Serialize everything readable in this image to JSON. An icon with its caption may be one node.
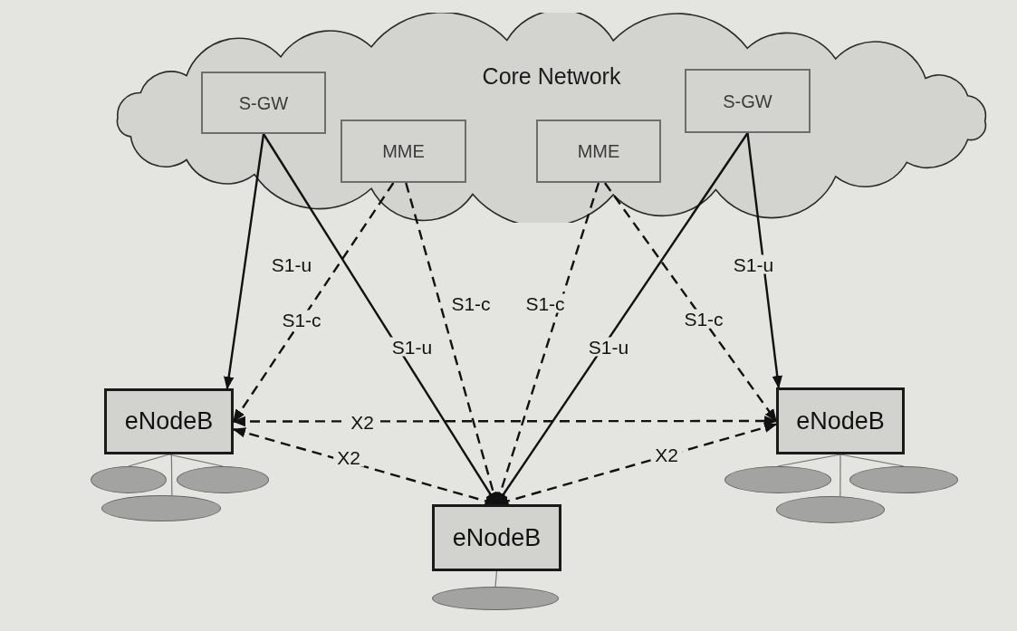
{
  "diagram": {
    "nodes": [
      {
        "text": [
          "Core Network"
        ]
      },
      {
        "text": [
          "S-GW"
        ],
        "in": 0
      },
      {
        "text": [
          "MME"
        ],
        "in": 0
      },
      {
        "text": [
          "MME"
        ],
        "in": 0
      },
      {
        "text": [
          "S-GW"
        ],
        "in": 0
      },
      {
        "text": [
          "eNodeB"
        ]
      },
      {
        "text": [
          "eNodeB"
        ]
      },
      {
        "text": [
          "eNodeB"
        ]
      },
      {
        "text": [],
        "shape": "ellipse"
      },
      {
        "text": [],
        "shape": "ellipse"
      },
      {
        "text": [],
        "shape": "ellipse"
      },
      {
        "text": [],
        "shape": "ellipse"
      },
      {
        "text": [],
        "shape": "ellipse"
      },
      {
        "text": [],
        "shape": "ellipse"
      },
      {
        "text": [],
        "shape": "ellipse"
      }
    ],
    "edges": [
      {
        "from": 1,
        "to": 5,
        "arrow": "to",
        "label": "S1-u"
      },
      {
        "from": 1,
        "to": 6,
        "arrow": "to",
        "label": "S1-u"
      },
      {
        "from": 2,
        "to": 5,
        "arrow": "to",
        "label": "S1-c",
        "style": "dashed"
      },
      {
        "from": 2,
        "to": 6,
        "arrow": "to",
        "label": "S1-c",
        "style": "dashed"
      },
      {
        "from": 3,
        "to": 6,
        "arrow": "to",
        "label": "S1-c",
        "style": "dashed"
      },
      {
        "from": 3,
        "to": 7,
        "arrow": "to",
        "label": "S1-c",
        "style": "dashed"
      },
      {
        "from": 4,
        "to": 6,
        "arrow": "to",
        "label": "S1-u"
      },
      {
        "from": 4,
        "to": 7,
        "arrow": "to",
        "label": "S1-u"
      },
      {
        "from": 5,
        "to": 7,
        "arrow": "both",
        "label": "X2",
        "style": "dashed"
      },
      {
        "from": 5,
        "to": 6,
        "arrow": "both",
        "label": "X2",
        "style": "dashed"
      },
      {
        "from": 7,
        "to": 6,
        "arrow": "both",
        "label": "X2",
        "style": "dashed"
      },
      {
        "from": 5,
        "to": 8,
        "arrow": "none",
        "color": "#777777"
      },
      {
        "from": 5,
        "to": 9,
        "arrow": "none",
        "color": "#777777"
      },
      {
        "from": 5,
        "to": 10,
        "arrow": "none",
        "color": "#777777"
      },
      {
        "from": 6,
        "to": 11,
        "arrow": "none",
        "color": "#777777"
      },
      {
        "from": 7,
        "to": 12,
        "arrow": "none",
        "color": "#777777"
      },
      {
        "from": 7,
        "to": 13,
        "arrow": "none",
        "color": "#777777"
      },
      {
        "from": 7,
        "to": 14,
        "arrow": "none",
        "color": "#777777"
      }
    ]
  }
}
